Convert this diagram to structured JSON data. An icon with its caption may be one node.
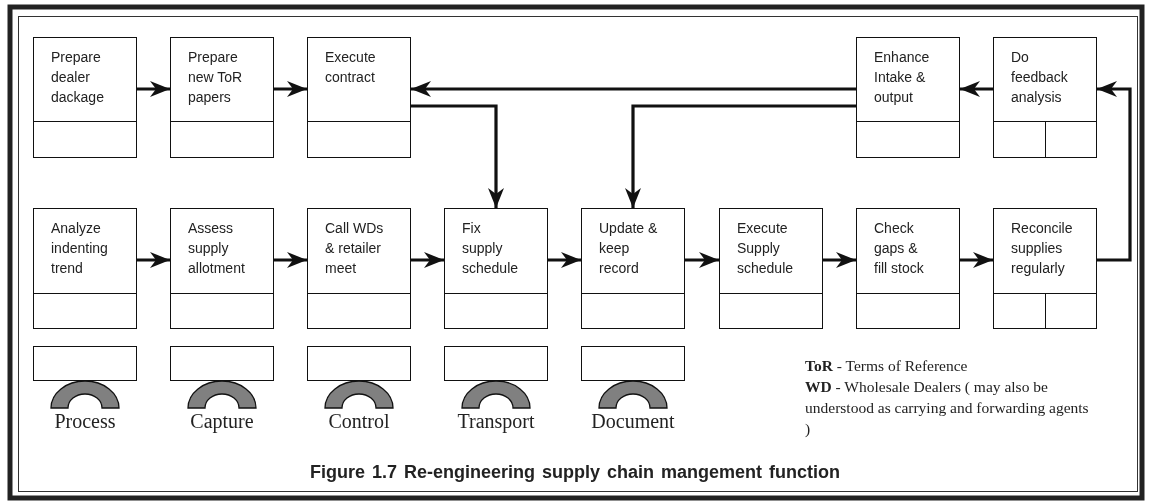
{
  "diagram": {
    "caption": "Figure 1.7 Re-engineering supply chain mangement function",
    "nodes": [
      {
        "text": [
          "Prepare dealer dackage"
        ]
      },
      {
        "text": [
          "Prepare new ToR papers"
        ]
      },
      {
        "text": [
          "Execute contract"
        ]
      },
      {
        "text": [
          "Enhance Intake & output"
        ]
      },
      {
        "text": [
          "Do feedback analysis"
        ]
      },
      {
        "text": [
          "Analyze indenting trend"
        ]
      },
      {
        "text": [
          "Assess supply allotment"
        ]
      },
      {
        "text": [
          "Call WDs & retailer meet"
        ]
      },
      {
        "text": [
          "Fix supply schedule"
        ]
      },
      {
        "text": [
          "Update & keep record"
        ]
      },
      {
        "text": [
          "Execute Supply schedule"
        ]
      },
      {
        "text": [
          "Check gaps & fill stock"
        ]
      },
      {
        "text": [
          "Reconcile supplies regularly"
        ]
      },
      {
        "text": [],
        "shape": "box"
      },
      {
        "text": [],
        "shape": "box"
      },
      {
        "text": [],
        "shape": "box"
      },
      {
        "text": [],
        "shape": "box"
      },
      {
        "text": [],
        "shape": "box"
      }
    ],
    "edges": [
      {
        "from": 0,
        "to": 1,
        "arrow": "to"
      },
      {
        "from": 1,
        "to": 2,
        "arrow": "to"
      },
      {
        "from": 3,
        "to": 2,
        "arrow": "to"
      },
      {
        "from": 4,
        "to": 3,
        "arrow": "to"
      },
      {
        "from": 12,
        "to": 4,
        "arrow": "to"
      },
      {
        "from": 2,
        "to": 8,
        "arrow": "to"
      },
      {
        "from": 3,
        "to": 9,
        "arrow": "to"
      },
      {
        "from": 5,
        "to": 6,
        "arrow": "to"
      },
      {
        "from": 6,
        "to": 7,
        "arrow": "to"
      },
      {
        "from": 7,
        "to": 8,
        "arrow": "to"
      },
      {
        "from": 8,
        "to": 9,
        "arrow": "to"
      },
      {
        "from": 9,
        "to": 10,
        "arrow": "to"
      },
      {
        "from": 10,
        "to": 11,
        "arrow": "to"
      },
      {
        "from": 11,
        "to": 12,
        "arrow": "to"
      }
    ],
    "labels": [
      "Process",
      "Capture",
      "Control",
      "Transport",
      "Document",
      "**ToR** - Terms of Reference",
      "**WD** - Wholesale Dealers ( may also be understood as carrying and forwarding agents )"
    ]
  }
}
